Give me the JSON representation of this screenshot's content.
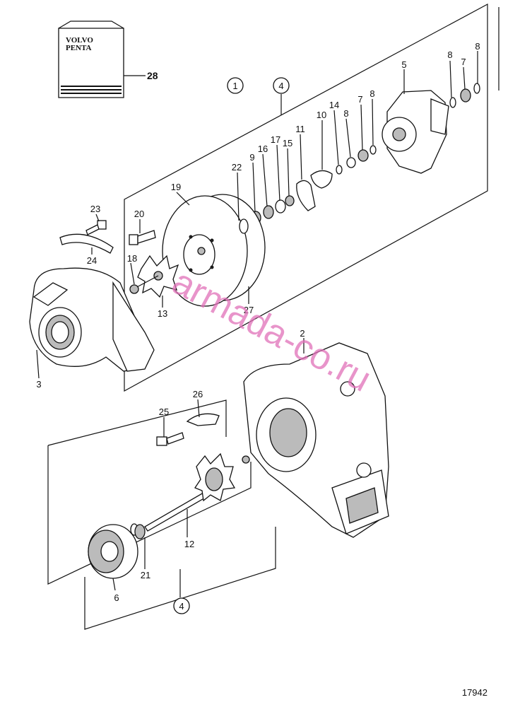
{
  "manual": {
    "brand_line1": "VOLVO",
    "brand_line2": "PENTA",
    "ref": "28"
  },
  "group_labels": {
    "g1": "1",
    "g4_top": "4",
    "g4_bottom": "4"
  },
  "parts": {
    "p2": "2",
    "p3": "3",
    "p5": "5",
    "p6": "6",
    "p7a": "7",
    "p7b": "7",
    "p8a": "8",
    "p8b": "8",
    "p8c": "8",
    "p8d": "8",
    "p9": "9",
    "p10": "10",
    "p11": "11",
    "p12": "12",
    "p13": "13",
    "p14": "14",
    "p15": "15",
    "p16": "16",
    "p17": "17",
    "p18": "18",
    "p19": "19",
    "p20": "20",
    "p21": "21",
    "p22": "22",
    "p23": "23",
    "p24": "24",
    "p25": "25",
    "p26": "26",
    "p27": "27"
  },
  "watermark": "armada-co.ru",
  "figure_number": "17942"
}
